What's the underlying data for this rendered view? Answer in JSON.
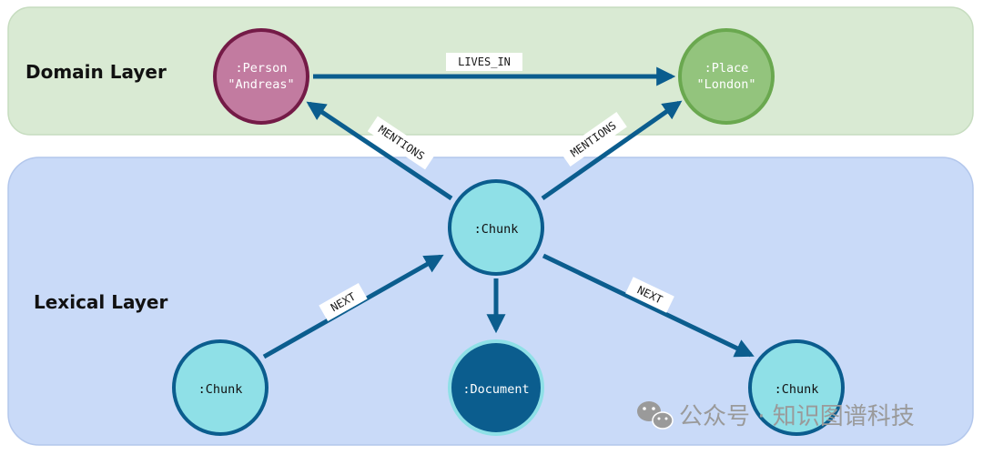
{
  "layers": {
    "domain": {
      "title": "Domain Layer",
      "color": "#d9ead3",
      "border": "#c6dcbf"
    },
    "lexical": {
      "title": "Lexical Layer",
      "color": "#c9daf8",
      "border": "#b3c7ec"
    }
  },
  "nodes": {
    "person": {
      "label": ":Person",
      "value": "\"Andreas\"",
      "fill": "#c27ba0",
      "stroke": "#741b47",
      "text_color": "#ffffff"
    },
    "place": {
      "label": ":Place",
      "value": "\"London\"",
      "fill": "#93c47d",
      "stroke": "#6aa84f",
      "text_color": "#ffffff"
    },
    "chunk_center": {
      "label": ":Chunk",
      "fill": "#8fe0e7",
      "stroke": "#0b5d8e",
      "text_color": "#111111"
    },
    "chunk_left": {
      "label": ":Chunk",
      "fill": "#8fe0e7",
      "stroke": "#0b5d8e",
      "text_color": "#111111"
    },
    "chunk_right": {
      "label": ":Chunk",
      "fill": "#8fe0e7",
      "stroke": "#0b5d8e",
      "text_color": "#111111"
    },
    "document": {
      "label": ":Document",
      "fill": "#0b5d8e",
      "stroke": "#8fe0e7",
      "text_color": "#ffffff"
    }
  },
  "edges": {
    "lives_in": "LIVES_IN",
    "mentions_person": "MENTIONS",
    "mentions_place": "MENTIONS",
    "next_left": "NEXT",
    "next_right": "NEXT"
  },
  "edge_color": "#0b5d8e",
  "watermark": {
    "text": "公众号 · 知识图谱科技",
    "icon": "wechat-icon"
  }
}
